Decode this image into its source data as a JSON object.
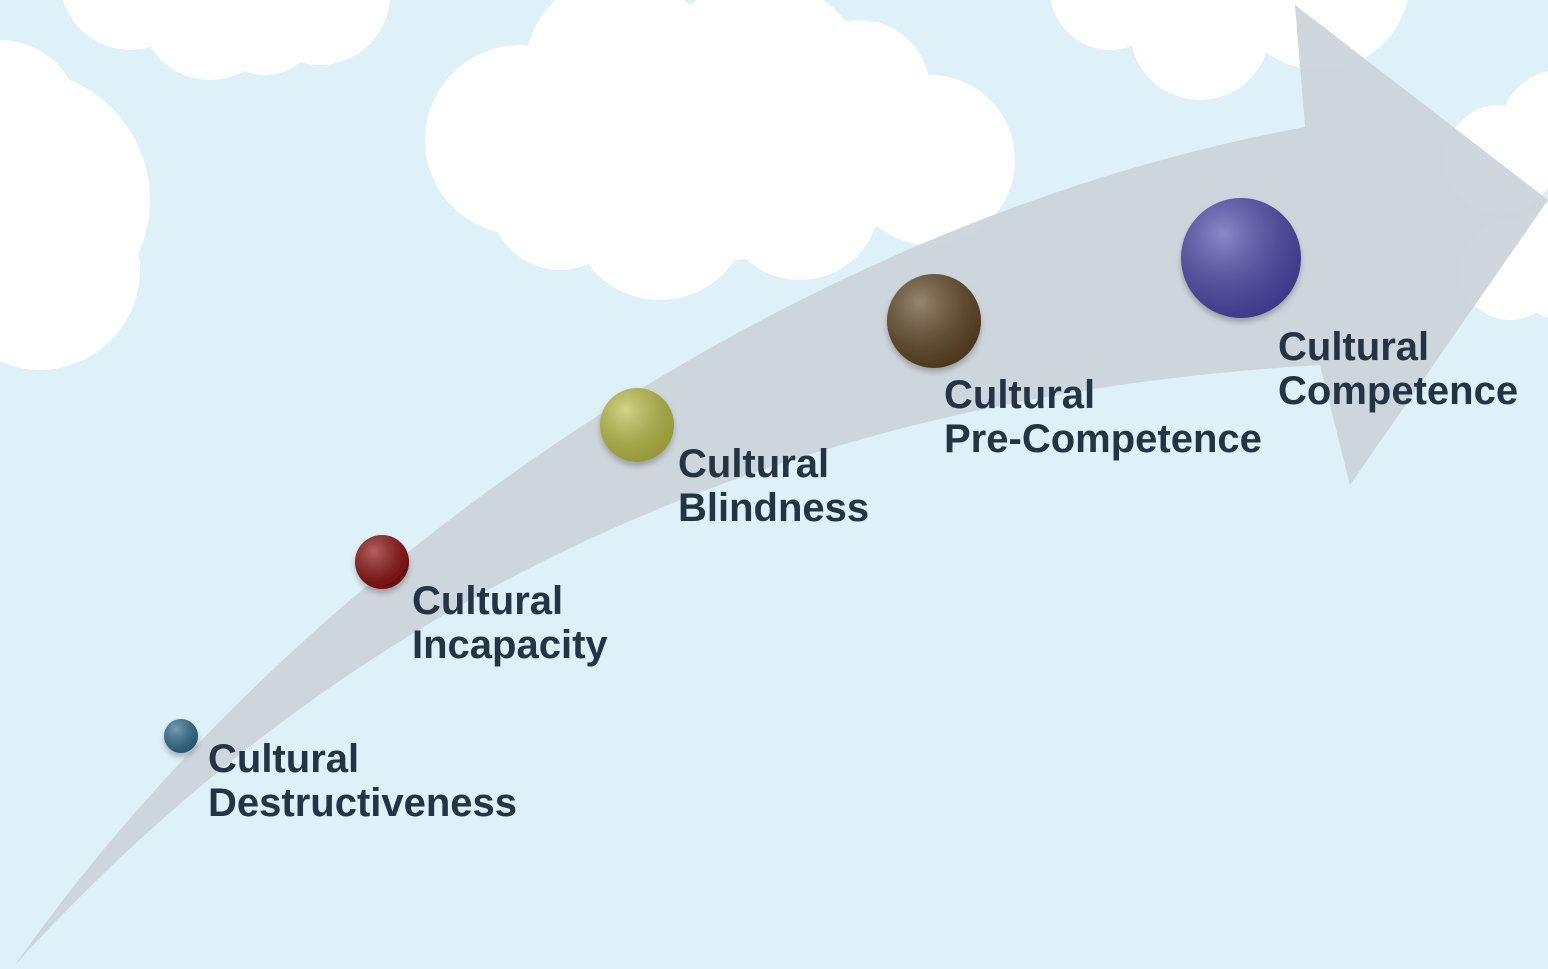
{
  "colors": {
    "background": "#dff1f8",
    "cloud": "#ffffff",
    "arrow": "#cdd5dc",
    "label_text": "#243447"
  },
  "stages": [
    {
      "line1": "Cultural",
      "line2": "Destructiveness",
      "dot_color": "#2f6b8c"
    },
    {
      "line1": "Cultural",
      "line2": "Incapacity",
      "dot_color": "#8a0d0d"
    },
    {
      "line1": "Cultural",
      "line2": "Blindness",
      "dot_color": "#bcbe45"
    },
    {
      "line1": "Cultural",
      "line2": "Pre-Competence",
      "dot_color": "#5e4523"
    },
    {
      "line1": "Cultural",
      "line2": "Competence",
      "dot_color": "#4d47ab"
    }
  ]
}
